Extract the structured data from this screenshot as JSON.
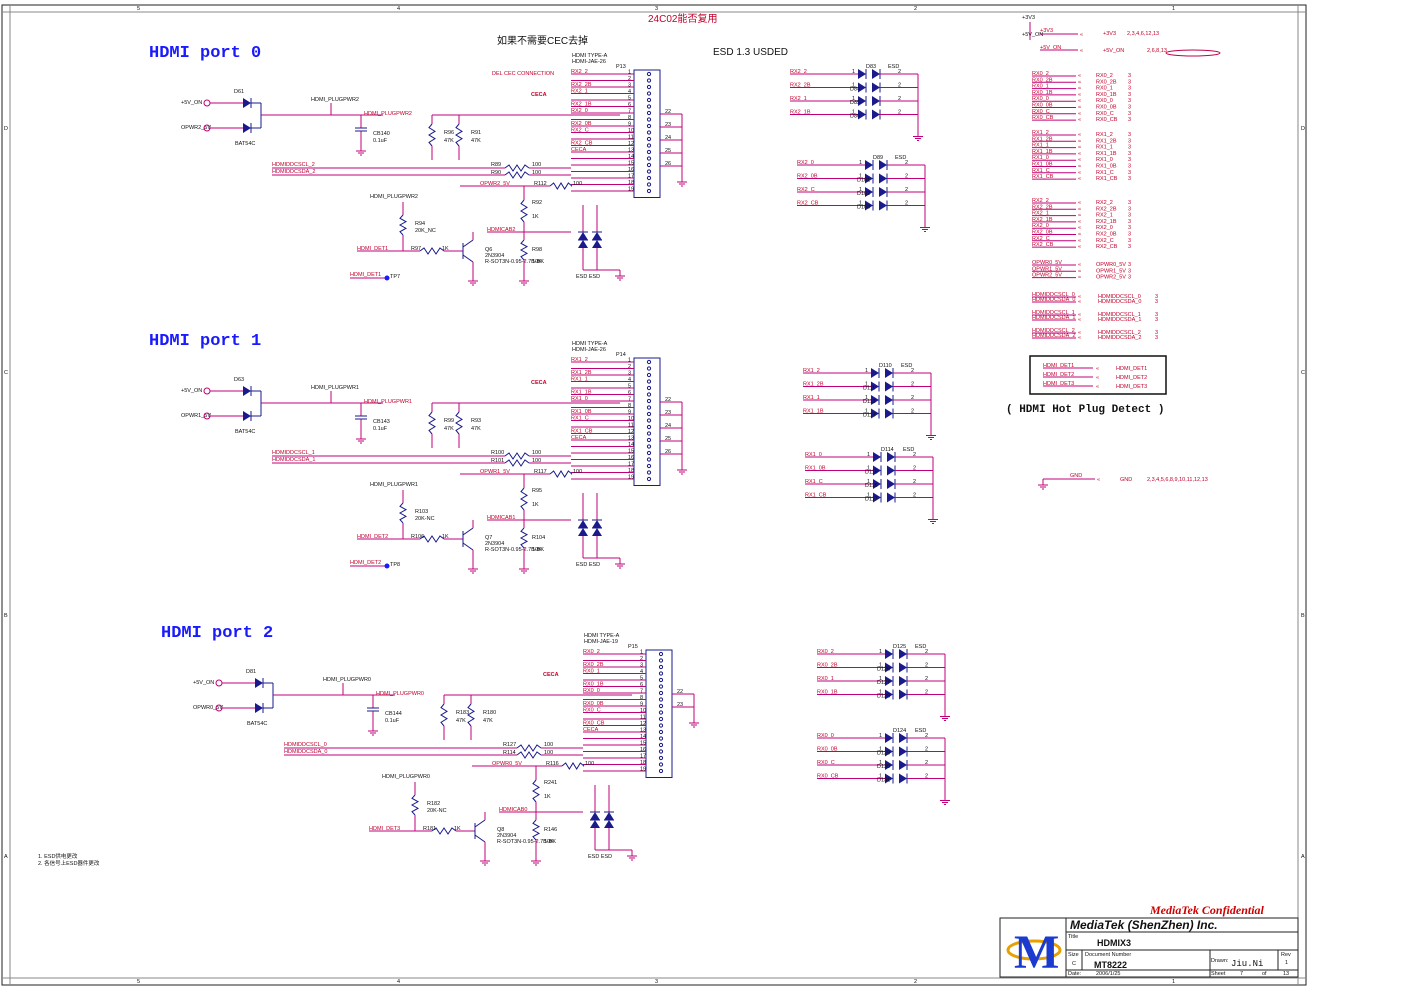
{
  "header": {
    "note_24c02": "24C02能否复用",
    "note_cec": "如果不需要CEC去掉",
    "esd_note": "ESD 1.3 USDED"
  },
  "ports": [
    {
      "title": "HDMI port 0",
      "conn_type": "HDMI TYPE-A",
      "conn_part": "HDMI-JAE-26",
      "ref": "P13",
      "cec_label": "CECA",
      "del_cec": "DEL CEC CONNECTION",
      "diode": "D61",
      "diode_part": "BAT54C",
      "v5": "+5V_ON",
      "opwr": "OPWR2_5V",
      "cap": "CB140",
      "cap_val": "0.1uF",
      "rA": "R96",
      "rB": "R91",
      "rval": "47K",
      "plugpwr": "HDMI_PLUGPWR2",
      "ddc_scl": "HDMIDDCSCL_2",
      "ddc_sda": "HDMIDDCSDA_2",
      "r_scl": "R89",
      "r_sda": "R90",
      "r_ddc_val": "100",
      "r_pwr": "R112",
      "r_pwr_val": "100",
      "r_pull": "R92",
      "r_pull_val": "1K",
      "r_nc": "R94",
      "r_nc_val": "20K_NC",
      "det": "HDMI_DET1",
      "r_base": "R97",
      "r_base_val": "1K",
      "q": "Q6",
      "q_part": "2N3904",
      "q_pkg": "R-SOT3N-0.95-2.7B-BK",
      "r_e": "R98",
      "r_e_val": "10K",
      "cab": "HDMICAB2",
      "tp": "TP7",
      "pins": [
        "RX2_2",
        "",
        "RX2_2B",
        "RX2_1",
        "",
        "RX2_1B",
        "RX2_0",
        "",
        "RX2_0B",
        "RX2_C",
        "",
        "RX2_CB",
        "CECA",
        "",
        "",
        "",
        "",
        "",
        ""
      ],
      "shield_pins": [
        "22",
        "23",
        "24",
        "25",
        "26"
      ]
    },
    {
      "title": "HDMI port 1",
      "conn_type": "HDMI TYPE-A",
      "conn_part": "HDMI-JAE-26",
      "ref": "P14",
      "cec_label": "CECA",
      "diode": "D63",
      "diode_part": "BAT54C",
      "v5": "+5V_ON",
      "opwr": "OPWR1_5V",
      "cap": "CB143",
      "cap_val": "0.1uF",
      "rA": "R99",
      "rB": "R93",
      "rval": "47K",
      "plugpwr": "HDMI_PLUGPWR1",
      "ddc_scl": "HDMIDDCSCL_1",
      "ddc_sda": "HDMIDDCSDA_1",
      "r_scl": "R100",
      "r_sda": "R101",
      "r_ddc_val": "100",
      "r_pwr": "R117",
      "r_pwr_val": "100",
      "r_pull": "R95",
      "r_pull_val": "1K",
      "r_nc": "R103",
      "r_nc_val": "20K-NC",
      "det": "HDMI_DET2",
      "r_base": "R106",
      "r_base_val": "1K",
      "q": "Q7",
      "q_part": "2N3904",
      "q_pkg": "R-SOT3N-0.95-2.7B-BK",
      "r_e": "R104",
      "r_e_val": "10K",
      "cab": "HDMICAB1",
      "tp": "TP8",
      "pins": [
        "RX1_2",
        "",
        "RX1_2B",
        "RX1_1",
        "",
        "RX1_1B",
        "RX1_0",
        "",
        "RX1_0B",
        "RX1_C",
        "",
        "RX1_CB",
        "CECA",
        "",
        "",
        "",
        "",
        "",
        ""
      ],
      "shield_pins": [
        "22",
        "23",
        "24",
        "25",
        "26"
      ]
    },
    {
      "title": "HDMI port 2",
      "conn_type": "HDMI TYPE-A",
      "conn_part": "HDMI-JAE-19",
      "ref": "P15",
      "cec_label": "CECA",
      "diode": "D81",
      "diode_part": "BAT54C",
      "v5": "+5V_ON",
      "opwr": "OPWR0_5V",
      "cap": "CB144",
      "cap_val": "0.1uF",
      "rA": "R183",
      "rB": "R180",
      "rval": "47K",
      "plugpwr": "HDMI_PLUGPWR0",
      "ddc_scl": "HDMIDDCSCL_0",
      "ddc_sda": "HDMIDDCSDA_0",
      "r_scl": "R127",
      "r_sda": "R114",
      "r_ddc_val": "100",
      "r_pwr": "R116",
      "r_pwr_val": "100",
      "r_pull": "R241",
      "r_pull_val": "1K",
      "r_nc": "R182",
      "r_nc_val": "20K-NC",
      "det": "HDMI_DET3",
      "r_base": "R181",
      "r_base_val": "1K",
      "q": "Q8",
      "q_part": "2N3904",
      "q_pkg": "R-SOT3N-0.95-2.7B-BK",
      "r_e": "R146",
      "r_e_val": "10K",
      "cab": "HDMICAB0",
      "tp": "",
      "pins": [
        "RX0_2",
        "",
        "RX0_2B",
        "RX0_1",
        "",
        "RX0_1B",
        "RX0_0",
        "",
        "RX0_0B",
        "RX0_C",
        "",
        "RX0_CB",
        "CECA",
        "",
        "",
        "",
        "",
        "",
        ""
      ],
      "shield_pins": [
        "22",
        "23"
      ]
    }
  ],
  "esd_groups": [
    {
      "refs": [
        "D83",
        "D84",
        "D85",
        "D86"
      ],
      "nets": [
        "RX2_2",
        "RX2_2B",
        "RX2_1",
        "RX2_1B"
      ],
      "label": "ESD"
    },
    {
      "refs": [
        "D89",
        "D101",
        "D102",
        "D103"
      ],
      "nets": [
        "RX2_0",
        "RX2_0B",
        "RX2_C",
        "RX2_CB"
      ],
      "label": "ESD"
    },
    {
      "refs": [
        "D110",
        "D111",
        "D112",
        "D113"
      ],
      "nets": [
        "RX1_2",
        "RX1_2B",
        "RX1_1",
        "RX1_1B"
      ],
      "label": "ESD"
    },
    {
      "refs": [
        "D114",
        "D115",
        "D116",
        "D117"
      ],
      "nets": [
        "RX1_0",
        "RX1_0B",
        "RX1_C",
        "RX1_CB"
      ],
      "label": "ESD"
    },
    {
      "refs": [
        "D125",
        "D126",
        "D127",
        "D128"
      ],
      "nets": [
        "RX0_2",
        "RX0_2B",
        "RX0_1",
        "RX0_1B"
      ],
      "label": "ESD"
    },
    {
      "refs": [
        "D124",
        "D129",
        "D130",
        "D131"
      ],
      "nets": [
        "RX0_0",
        "RX0_0B",
        "RX0_C",
        "RX0_CB"
      ],
      "label": "ESD"
    }
  ],
  "offpage": {
    "power": [
      {
        "net": "+3V3",
        "pages": "2,3,4,6,12,13"
      },
      {
        "net": "+5V_ON",
        "pages": "2,6,8,13"
      }
    ],
    "rx0": [
      "RX0_2",
      "RX0_2B",
      "RX0_1",
      "RX0_1B",
      "RX0_0",
      "RX0_0B",
      "RX0_C",
      "RX0_CB"
    ],
    "rx1": [
      "RX1_2",
      "RX1_2B",
      "RX1_1",
      "RX1_1B",
      "RX1_0",
      "RX1_0B",
      "RX1_C",
      "RX1_CB"
    ],
    "rx2": [
      "RX2_2",
      "RX2_2B",
      "RX2_1",
      "RX2_1B",
      "RX2_0",
      "RX2_0B",
      "RX2_C",
      "RX2_CB"
    ],
    "opwr": [
      "OPWR0_5V",
      "OPWR1_5V",
      "OPWR2_5V"
    ],
    "ddc": [
      "HDMIDDCSCL_0",
      "HDMIDDCSDA_0",
      "HDMIDDCSCL_1",
      "HDMIDDCSDA_1",
      "HDMIDDCSCL_2",
      "HDMIDDCSDA_2"
    ],
    "page_ref": "3",
    "det": [
      "HDMI_DET1",
      "HDMI_DET2",
      "HDMI_DET3"
    ],
    "det_caption": "( HDMI Hot Plug Detect )",
    "gnd": {
      "net": "GND",
      "pages": "2,3,4,5,6,8,9,10,11,12,13"
    }
  },
  "notes": [
    "1. ESD供电更改",
    "2. 各信号上ESD器件更改"
  ],
  "title_block": {
    "confidential": "MediaTek Confidential",
    "company": "MediaTek (ShenZhen) Inc.",
    "title_label": "Title",
    "title": "HDMIX3",
    "size_label": "Size",
    "size": "C",
    "docnum_label": "Document Number",
    "docnum": "MT8222",
    "rev_label": "Rev",
    "rev": "1",
    "drawn_label": "Drawn:",
    "drawn": "Jiu.Ni",
    "date_label": "Date:",
    "date": "2006/1/25",
    "sheet_label": "Sheet",
    "sheet": "7",
    "of_label": "of",
    "of": "13",
    "logo": "M"
  },
  "border": {
    "cols": [
      "5",
      "4",
      "3",
      "2",
      "1"
    ],
    "rows": [
      "D",
      "C",
      "B",
      "A"
    ]
  }
}
